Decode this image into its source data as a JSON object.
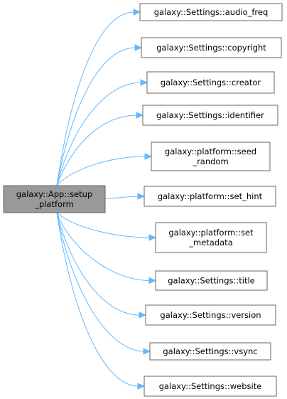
{
  "graph": {
    "root": {
      "label_lines": [
        "galaxy::App::setup",
        "_platform"
      ]
    },
    "targets": [
      {
        "label_lines": [
          "galaxy::Settings::audio_freq"
        ]
      },
      {
        "label_lines": [
          "galaxy::Settings::copyright"
        ]
      },
      {
        "label_lines": [
          "galaxy::Settings::creator"
        ]
      },
      {
        "label_lines": [
          "galaxy::Settings::identifier"
        ]
      },
      {
        "label_lines": [
          "galaxy::platform::seed",
          "_random"
        ]
      },
      {
        "label_lines": [
          "galaxy::platform::set_hint"
        ]
      },
      {
        "label_lines": [
          "galaxy::platform::set",
          "_metadata"
        ]
      },
      {
        "label_lines": [
          "galaxy::Settings::title"
        ]
      },
      {
        "label_lines": [
          "galaxy::Settings::version"
        ]
      },
      {
        "label_lines": [
          "galaxy::Settings::vsync"
        ]
      },
      {
        "label_lines": [
          "galaxy::Settings::website"
        ]
      }
    ],
    "colors": {
      "edge": "#63b8ff",
      "node_border": "#666666",
      "root_fill": "#999999",
      "node_fill": "#ffffff"
    }
  }
}
